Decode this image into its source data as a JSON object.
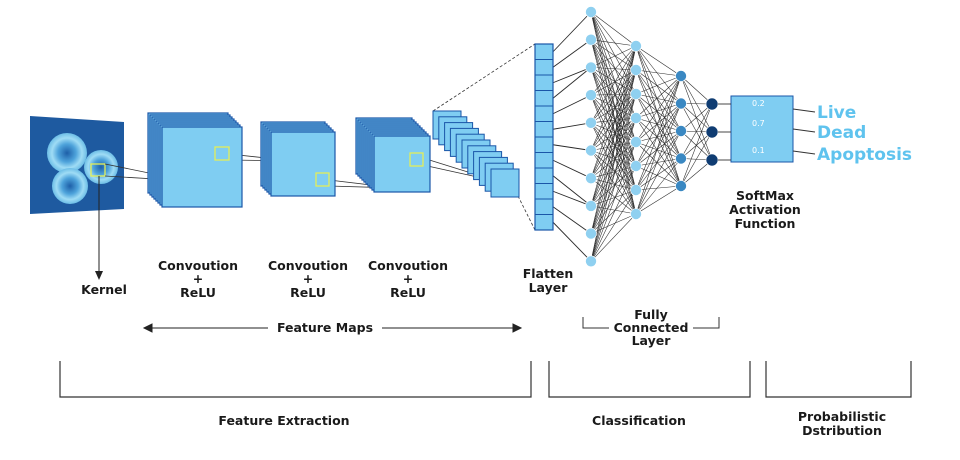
{
  "labels": {
    "kernel": "Kernel",
    "conv_title": "Convoution",
    "conv_plus": "+",
    "conv_relu": "ReLU",
    "flatten_1": "Flatten",
    "flatten_2": "Layer",
    "fully_1": "Fully",
    "fully_2": "Connected",
    "fully_3": "Layer",
    "softmax_1": "SoftMax",
    "softmax_2": "Activation",
    "softmax_3": "Function",
    "feature_maps": "Feature Maps",
    "feature_extraction": "Feature Extraction",
    "classification": "Classification",
    "prob_1": "Probabilistic",
    "prob_2": "Dstribution"
  },
  "outputs": [
    {
      "label": "Live",
      "prob": "0.2"
    },
    {
      "label": "Dead",
      "prob": "0.7"
    },
    {
      "label": "Apoptosis",
      "prob": "0.1"
    }
  ],
  "colors": {
    "block": "#7fcdf2",
    "block_dark": "#1a56a8",
    "node_light": "#8fd0f0",
    "node_mid": "#3a88c2",
    "node_dark": "#0f3c72",
    "image_bg": "#1e5aa0",
    "output_text": "#5fc3ee",
    "highlight": "#e3ee59"
  }
}
